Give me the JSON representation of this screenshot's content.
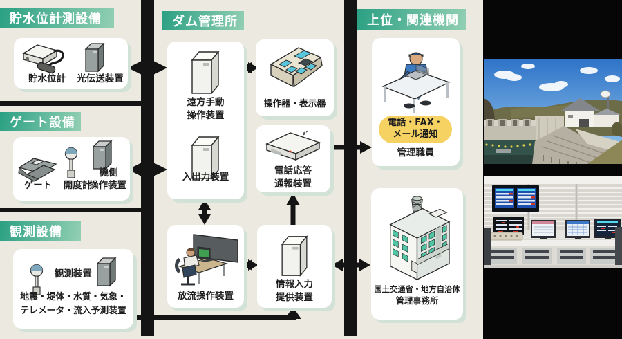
{
  "headers": {
    "reservoir": "貯水位計測設備",
    "gate": "ゲート設備",
    "observation": "観測設備",
    "dam_office": "ダム管理所",
    "upper_org": "上位・関連機関"
  },
  "reservoir": {
    "level_gauge": "貯水位計",
    "optical": "光伝送装置"
  },
  "gate": {
    "gate": "ゲート",
    "opening_gauge": "開度計",
    "local_1": "機側",
    "local_2": "操作装置"
  },
  "observation": {
    "device": "観測装置",
    "desc_1": "地震・堤体・水質・気象・",
    "desc_2": "テレメータ・流入予測装置"
  },
  "dam_office": {
    "remote_1": "遠方手動",
    "remote_2": "操作装置",
    "io": "入出力装置",
    "console": "操作器・表示器",
    "phone_1": "電話応答",
    "phone_2": "通報装置",
    "discharge": "放流操作装置",
    "info_1": "情報入力",
    "info_2": "提供装置"
  },
  "upper_org": {
    "badge_1": "電話・FAX・",
    "badge_2": "メール通知",
    "staff": "管理職員",
    "org_1": "国土交通省・地方自治体",
    "org_2": "管理事務所"
  },
  "colors": {
    "background": "#ece9e0",
    "connector": "#141414",
    "header_gradient_start": "#2ba083",
    "header_gradient_end": "#92cfb3",
    "card_shadow": "#d2e2d6",
    "badge": "#f6d263",
    "photo_panel": "#060606"
  },
  "icons": {
    "water-level-sensor-icon": "instrument box with cable and probe",
    "gray-cabinet-icon": "gray equipment cabinet",
    "white-cabinet-icon": "white equipment cabinet",
    "gate-icon": "radial dam gate",
    "gauge-icon": "dial gauge on stand",
    "console-icon": "operation console with displays",
    "modem-icon": "telephone answering unit",
    "operator-desk-icon": "operator at desk with wall display",
    "staff-desk-icon": "staff member working at desk",
    "building-icon": "government office building",
    "dam-photo": "photo of dam and reservoir",
    "control-room-photo": "photo of dam control room"
  }
}
